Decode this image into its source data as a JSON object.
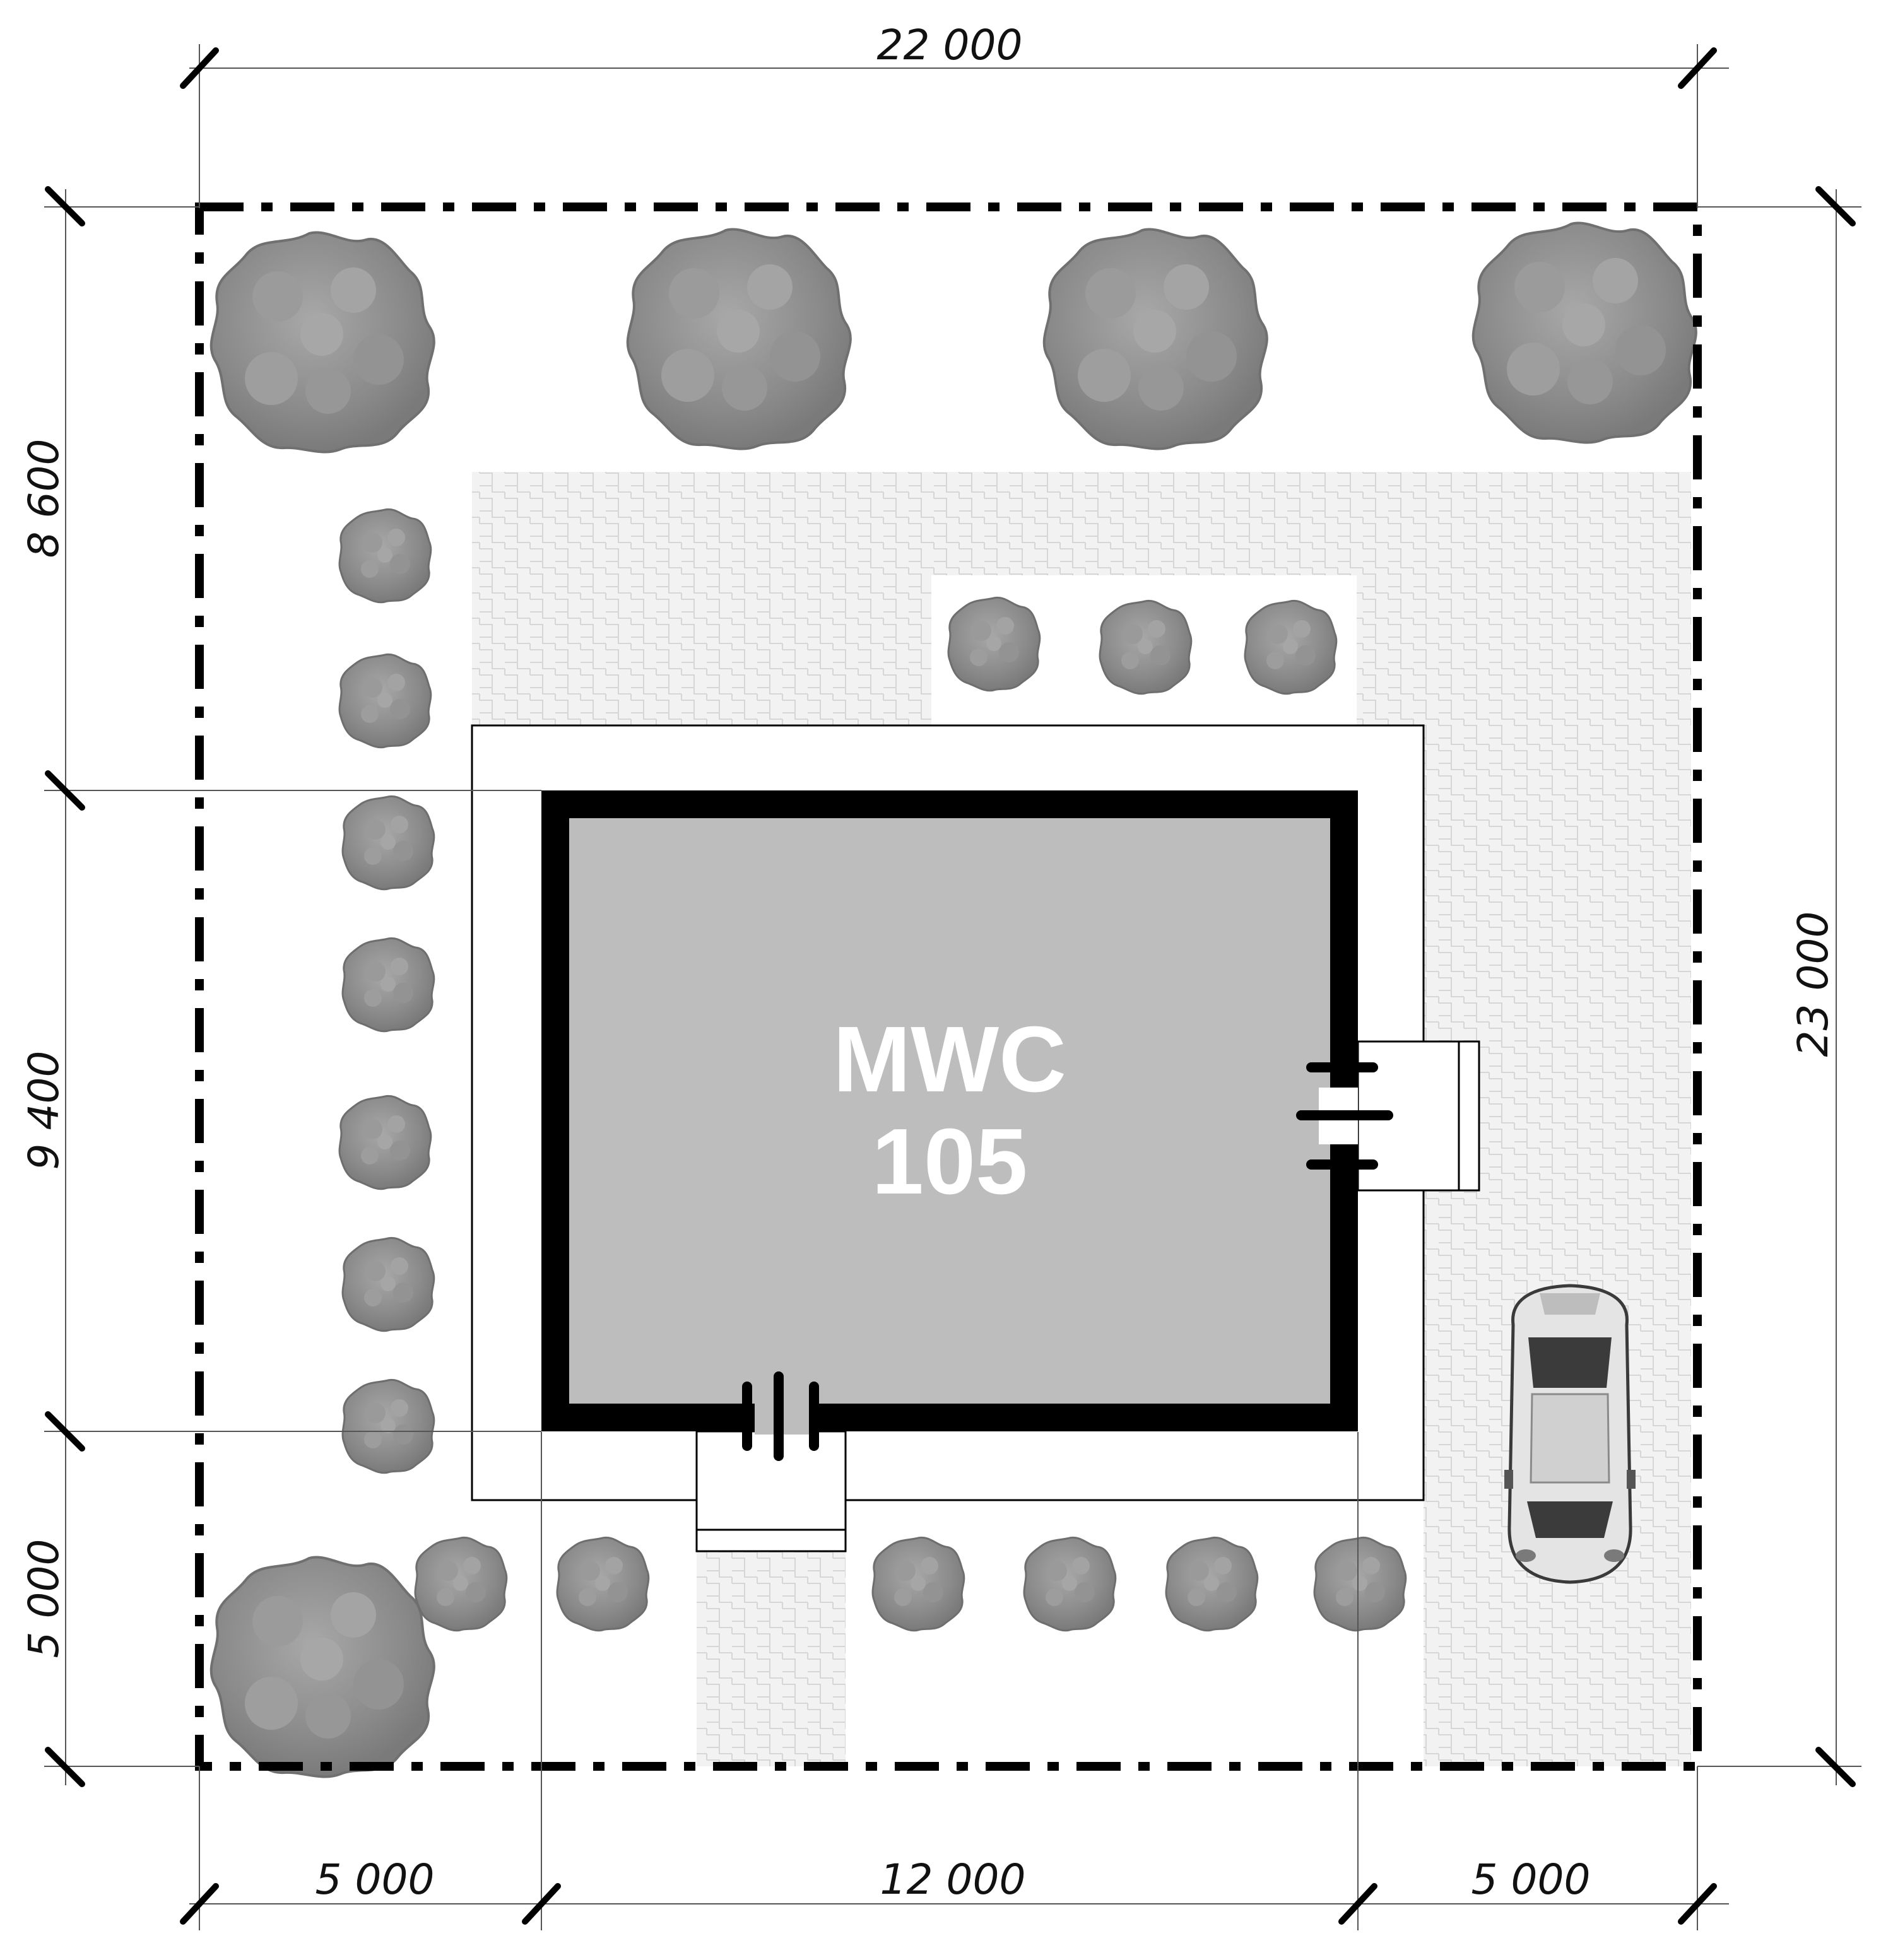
{
  "plan": {
    "building_label_line1": "MWC",
    "building_label_line2": "105"
  },
  "dimensions": {
    "top_total": "22 000",
    "bottom_left": "5 000",
    "bottom_middle": "12 000",
    "bottom_right": "5 000",
    "left_top": "8 600",
    "left_middle": "9 400",
    "left_bottom": "5 000",
    "right_total": "23 000"
  },
  "colors": {
    "building_fill": "#bdbdbd",
    "walls": "#000000",
    "paving": "#f0f0f0",
    "trees": "#8c8c8c",
    "boundary": "#000000"
  },
  "icons": {
    "large_tree": "large-tree-icon",
    "shrub": "shrub-icon",
    "car": "car-icon"
  }
}
